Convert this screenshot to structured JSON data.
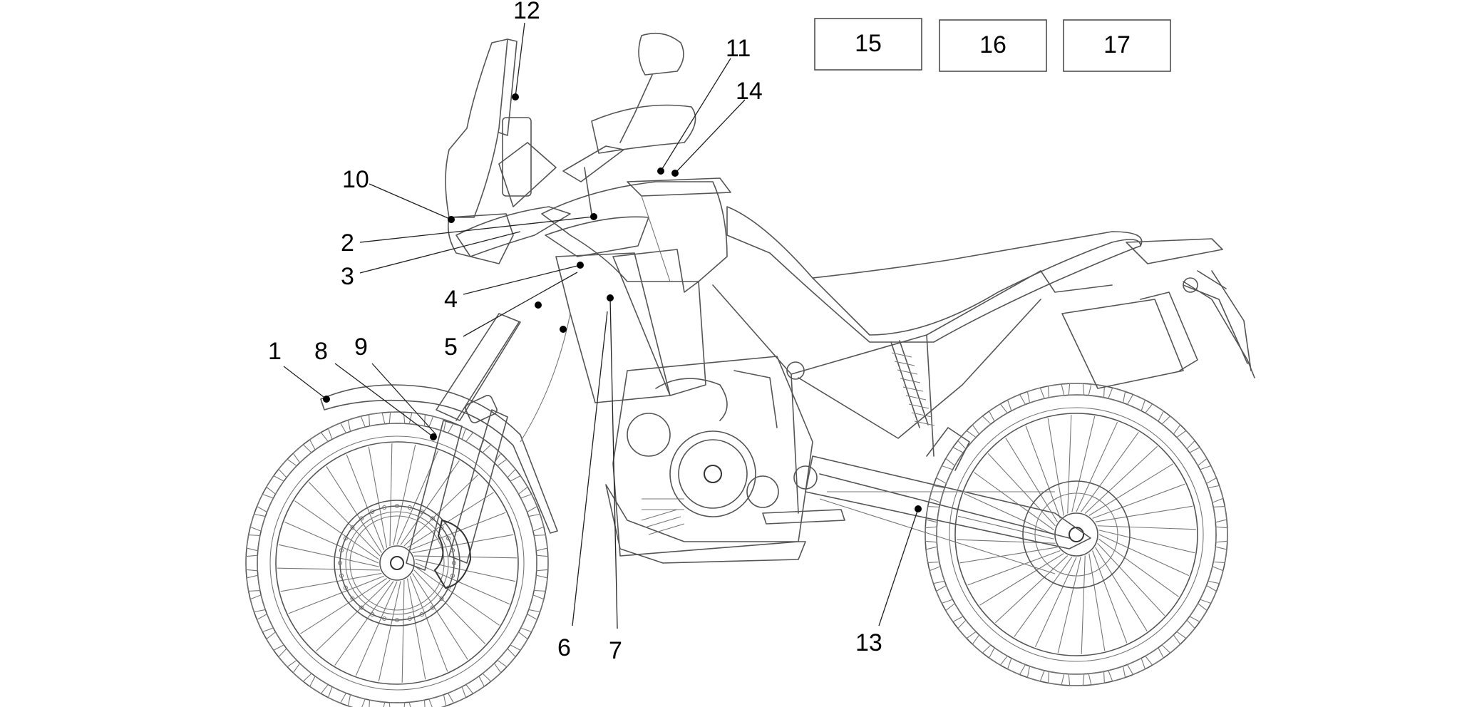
{
  "diagram": {
    "callouts": [
      {
        "id": "1",
        "label": "1"
      },
      {
        "id": "2",
        "label": "2"
      },
      {
        "id": "3",
        "label": "3"
      },
      {
        "id": "4",
        "label": "4"
      },
      {
        "id": "5",
        "label": "5"
      },
      {
        "id": "6",
        "label": "6"
      },
      {
        "id": "7",
        "label": "7"
      },
      {
        "id": "8",
        "label": "8"
      },
      {
        "id": "9",
        "label": "9"
      },
      {
        "id": "10",
        "label": "10"
      },
      {
        "id": "11",
        "label": "11"
      },
      {
        "id": "12",
        "label": "12"
      },
      {
        "id": "13",
        "label": "13"
      },
      {
        "id": "14",
        "label": "14"
      }
    ],
    "legend_boxes": [
      {
        "id": "15",
        "label": "15"
      },
      {
        "id": "16",
        "label": "16"
      },
      {
        "id": "17",
        "label": "17"
      }
    ]
  }
}
